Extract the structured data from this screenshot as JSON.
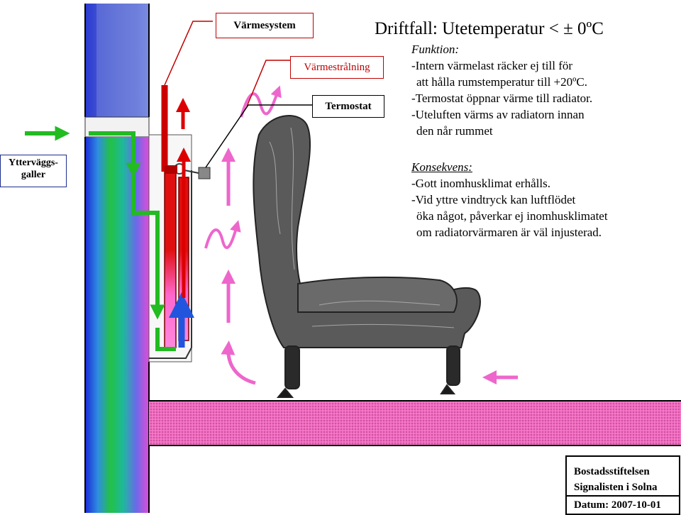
{
  "title": "Driftfall: Utetemperatur < ± 0ºC",
  "labels": {
    "heating_system": "Värmesystem",
    "heat_radiation": "Värmestrålning",
    "thermostat": "Termostat",
    "wall_grille_line1": "Ytterväggs-",
    "wall_grille_line2": "galler"
  },
  "function": {
    "heading": "Funktion:",
    "lines": [
      "-Intern värmelast räcker ej till för",
      "att hålla rumstemperatur till +20ºC.",
      "-Termostat öppnar värme till radiator.",
      "-Uteluften värms av radiatorn innan",
      "den når rummet"
    ]
  },
  "consequence": {
    "heading": "Konsekvens:",
    "lines": [
      "-Gott inomhusklimat erhålls.",
      "-Vid yttre vindtryck kan luftflödet",
      "öka något, påverkar ej inomhusklimatet",
      "om radiatorvärmaren är väl injusterad."
    ]
  },
  "footer": {
    "org_line1": "Bostadsstiftelsen",
    "org_line2": "Signalisten i Solna",
    "date": "Datum: 2007-10-01"
  },
  "colors": {
    "outdoor_air": "#22bb22",
    "hot_water": "#cc0000",
    "cold_return": "#2255dd",
    "room_air": "#ee66cc",
    "floor": "#ee88cc",
    "label_red": "#c00000"
  }
}
